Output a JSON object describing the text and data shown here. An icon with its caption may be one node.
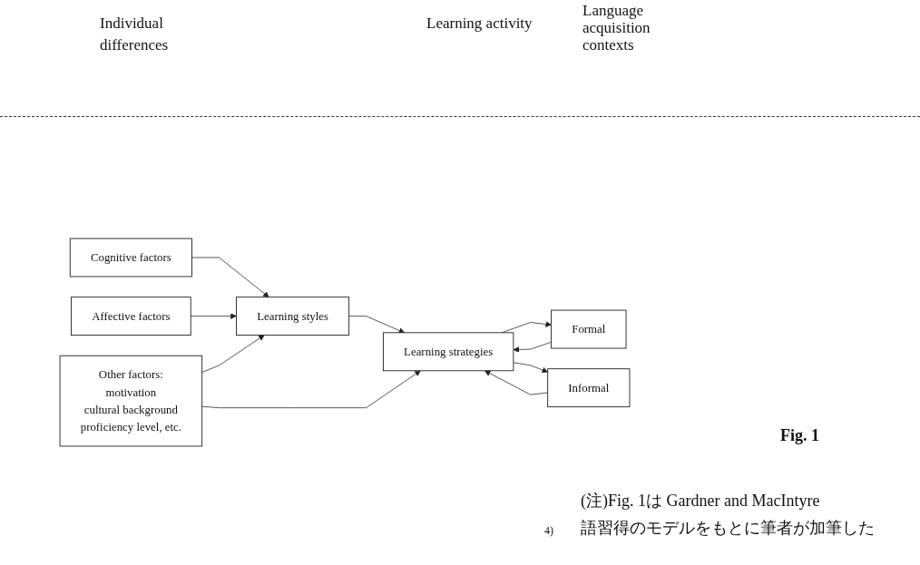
{
  "diagram": {
    "caption": "Fig. 1",
    "nodes": [
      {
        "text": [
          "Cognitive factors"
        ]
      },
      {
        "text": [
          "Affective factors"
        ]
      },
      {
        "text": [
          "Learning styles"
        ]
      },
      {
        "text": [
          "Learning strategies"
        ]
      },
      {
        "text": [
          "Formal"
        ]
      },
      {
        "text": [
          "Informal"
        ]
      },
      {
        "text": [
          "Other factors:",
          "motivation",
          "cultural background",
          "proficiency level, etc."
        ]
      }
    ],
    "edges": [
      {
        "from": 0,
        "to": 2,
        "arrow": "to"
      },
      {
        "from": 1,
        "to": 2,
        "arrow": "to"
      },
      {
        "from": 2,
        "to": 3,
        "arrow": "to"
      },
      {
        "from": 3,
        "to": 4,
        "arrow": "to"
      },
      {
        "from": 4,
        "to": 3,
        "arrow": "to"
      },
      {
        "from": 3,
        "to": 5,
        "arrow": "to"
      },
      {
        "from": 5,
        "to": 3,
        "arrow": "to"
      },
      {
        "from": 6,
        "to": 2,
        "arrow": "to"
      },
      {
        "from": 6,
        "to": 3,
        "arrow": "to"
      }
    ],
    "labels": [
      "Individual differences",
      "Learning activity",
      "Language acquisition contexts",
      "4)",
      "(注)Fig. 1は Gardner and MacIntyre",
      "語習得のモデルをもとに筆者が加筆した"
    ]
  }
}
